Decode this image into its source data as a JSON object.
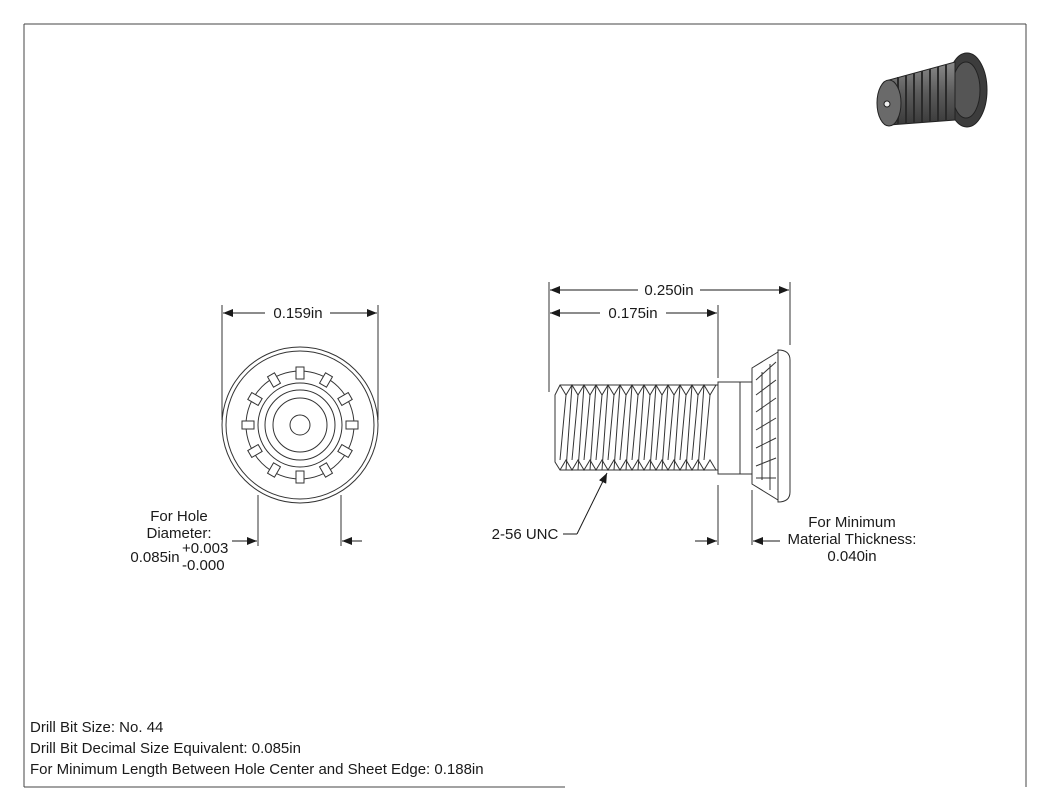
{
  "front_view": {
    "width_dim": "0.159in",
    "hole_label_line1": "For Hole",
    "hole_label_line2": "Diameter:",
    "hole_value": "0.085in",
    "tol_plus": "+0.003",
    "tol_minus": "-0.000"
  },
  "side_view": {
    "overall_length": "0.250in",
    "thread_length": "0.175in",
    "thread_spec": "2-56 UNC",
    "material_label_line1": "For Minimum",
    "material_label_line2": "Material Thickness:",
    "material_value": "0.040in"
  },
  "notes": [
    "Drill Bit Size: No. 44",
    "Drill Bit Decimal Size Equivalent: 0.085in",
    "For Minimum Length Between Hole Center and Sheet Edge: 0.188in"
  ]
}
